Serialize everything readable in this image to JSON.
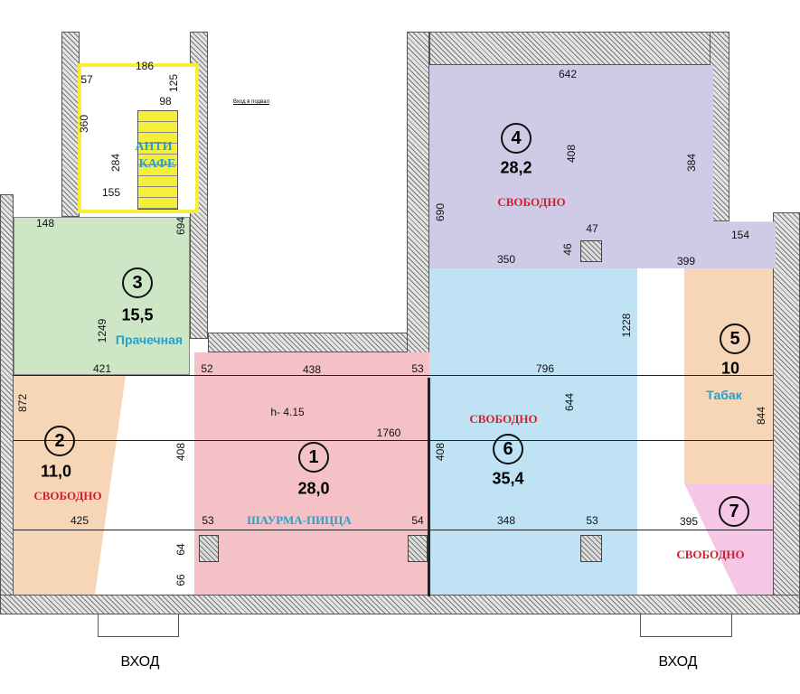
{
  "rooms": [
    {
      "id": "1",
      "area": "28,0",
      "label": "ШАУРМА-ПИЦЦА",
      "height": "h- 4.15",
      "color": "#f4c2c6"
    },
    {
      "id": "2",
      "area": "11,0",
      "label": "СВОБОДНО",
      "color": "#f7d6b8"
    },
    {
      "id": "3",
      "area": "15,5",
      "label": "Прачечная",
      "color": "#cde6c6"
    },
    {
      "id": "4",
      "area": "28,2",
      "label": "СВОБОДНО",
      "color": "#cfcbe6"
    },
    {
      "id": "5",
      "area": "10",
      "label": "Табак",
      "color": "#f7d6b8"
    },
    {
      "id": "6",
      "area": "35,4",
      "label": "СВОБОДНО",
      "color": "#bfe3f5"
    },
    {
      "id": "7",
      "label": "СВОБОДНО",
      "color": "#f6c6e6"
    }
  ],
  "stair": {
    "label1": "АНТИ",
    "label2": "КАФЕ",
    "note": "Вход в подвал",
    "color": "#f5ef3a"
  },
  "entries": [
    "ВХОД",
    "ВХОД"
  ],
  "dims": [
    "186",
    "57",
    "125",
    "98",
    "360",
    "284",
    "155",
    "148",
    "694",
    "1249",
    "421",
    "52",
    "438",
    "53",
    "872",
    "408",
    "1760",
    "425",
    "53",
    "54",
    "64",
    "66",
    "642",
    "408",
    "384",
    "690",
    "47",
    "46",
    "350",
    "154",
    "399",
    "1228",
    "796",
    "644",
    "408",
    "844",
    "348",
    "53",
    "395"
  ]
}
